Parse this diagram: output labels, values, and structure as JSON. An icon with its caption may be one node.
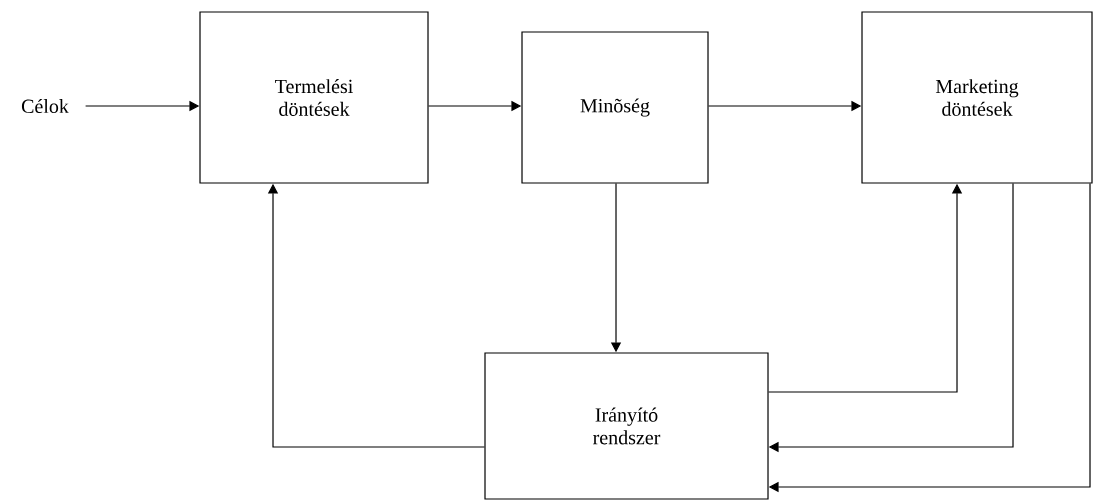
{
  "diagram": {
    "nodes": [
      {
        "text": [
          "Célok"
        ]
      },
      {
        "text": [
          "Termelési döntések"
        ]
      },
      {
        "text": [
          "Minõség"
        ]
      },
      {
        "text": [
          "Marketing döntések"
        ]
      },
      {
        "text": [
          "Irányító rendszer"
        ]
      }
    ],
    "edges": [
      {
        "from": 0,
        "to": 1,
        "arrow": "to"
      },
      {
        "from": 1,
        "to": 2,
        "arrow": "to"
      },
      {
        "from": 2,
        "to": 3,
        "arrow": "to"
      },
      {
        "from": 2,
        "to": 4,
        "arrow": "to"
      },
      {
        "from": 4,
        "to": 1,
        "arrow": "to"
      },
      {
        "from": 4,
        "to": 3,
        "arrow": "to"
      },
      {
        "from": 3,
        "to": 4,
        "arrow": "to"
      },
      {
        "from": 3,
        "to": 4,
        "arrow": "to"
      }
    ]
  }
}
